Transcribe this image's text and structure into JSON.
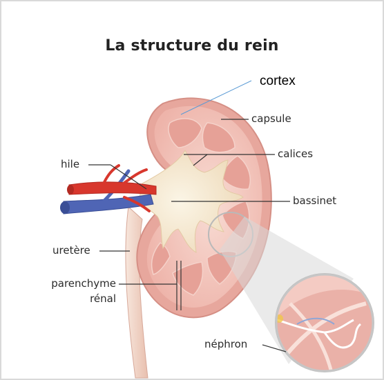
{
  "title": "La structure du rein",
  "labels": {
    "cortex": "cortex",
    "capsule": "capsule",
    "calices": "calices",
    "bassinet": "bassinet",
    "hile": "hile",
    "uretere": "uretère",
    "parenchyme_line1": "parenchyme",
    "parenchyme_line2": "rénal",
    "nephron": "néphron"
  },
  "colors": {
    "capsule": "#e6a8a0",
    "cortex": "#f3c9c1",
    "pyramid": "#e8a9a0",
    "pelvis": "#f7ecd6",
    "artery": "#d8372d",
    "vein": "#4e63b3",
    "ureter": "#f2d6c7",
    "leader_line": "#333333",
    "cortex_leader": "#5b9bd5"
  }
}
